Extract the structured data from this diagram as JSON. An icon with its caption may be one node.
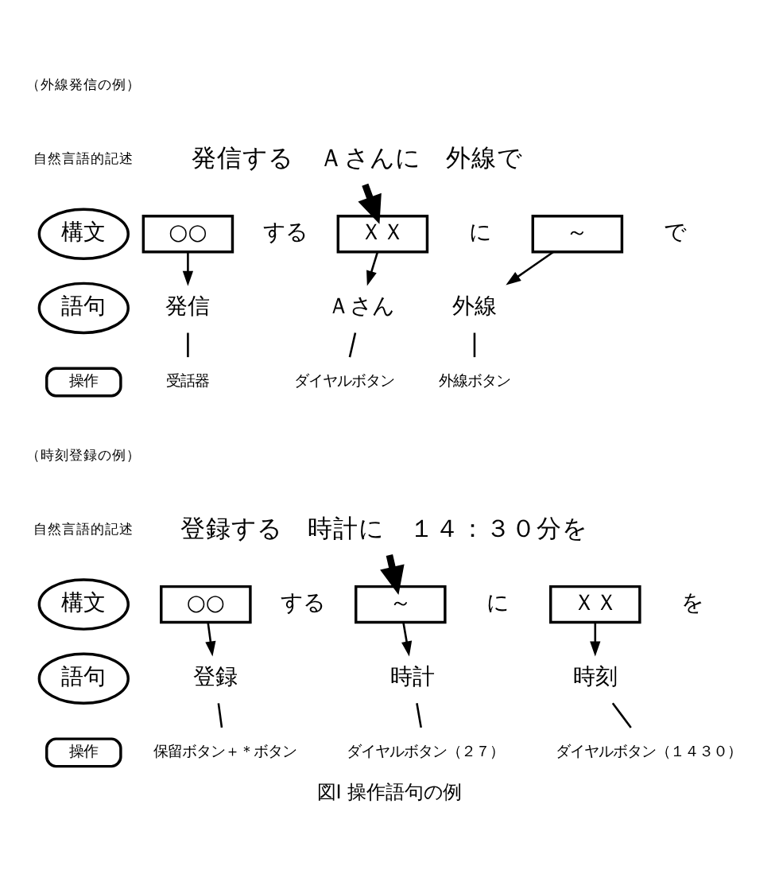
{
  "diagram": {
    "caption": "図Ⅰ 操作語句の例",
    "nodes": [
      {
        "text": [
          "発信する　Ａさんに　外線で"
        ]
      },
      {
        "text": [
          "構文"
        ]
      },
      {
        "text": [
          "○○"
        ]
      },
      {
        "text": [
          "ＸＸ"
        ]
      },
      {
        "text": [
          "～"
        ]
      },
      {
        "text": [
          "語句"
        ]
      },
      {
        "text": [
          "発信"
        ]
      },
      {
        "text": [
          "Ａさん"
        ]
      },
      {
        "text": [
          "外線"
        ]
      },
      {
        "text": [
          "操作"
        ]
      },
      {
        "text": [
          "受話器"
        ]
      },
      {
        "text": [
          "ダイヤルボタン"
        ]
      },
      {
        "text": [
          "外線ボタン"
        ]
      },
      {
        "text": [
          "登録する　時計に　１４：３０分を"
        ]
      },
      {
        "text": [
          "構文"
        ]
      },
      {
        "text": [
          "○○"
        ]
      },
      {
        "text": [
          "～"
        ]
      },
      {
        "text": [
          "ＸＸ"
        ]
      },
      {
        "text": [
          "語句"
        ]
      },
      {
        "text": [
          "登録"
        ]
      },
      {
        "text": [
          "時計"
        ]
      },
      {
        "text": [
          "時刻"
        ]
      },
      {
        "text": [
          "操作"
        ]
      },
      {
        "text": [
          "保留ボタン＋＊ボタン"
        ]
      },
      {
        "text": [
          "ダイヤルボタン（２７）"
        ]
      },
      {
        "text": [
          "ダイヤルボタン（１４３０）"
        ]
      }
    ],
    "edges": [
      {
        "from": 0,
        "to": 3,
        "arrow": "to",
        "style": "thick"
      },
      {
        "from": 2,
        "to": 6,
        "arrow": "to"
      },
      {
        "from": 3,
        "to": 7,
        "arrow": "to"
      },
      {
        "from": 4,
        "to": 8,
        "arrow": "to"
      },
      {
        "from": 6,
        "to": 10,
        "arrow": "none"
      },
      {
        "from": 7,
        "to": 11,
        "arrow": "none"
      },
      {
        "from": 8,
        "to": 12,
        "arrow": "none"
      },
      {
        "from": 13,
        "to": 16,
        "arrow": "to",
        "style": "thick"
      },
      {
        "from": 15,
        "to": 19,
        "arrow": "to"
      },
      {
        "from": 16,
        "to": 20,
        "arrow": "to"
      },
      {
        "from": 17,
        "to": 21,
        "arrow": "to"
      },
      {
        "from": 19,
        "to": 23,
        "arrow": "none"
      },
      {
        "from": 20,
        "to": 24,
        "arrow": "none"
      },
      {
        "from": 21,
        "to": 25,
        "arrow": "none"
      }
    ],
    "labels": [
      "（外線発信の例）",
      "自然言語的記述",
      "する",
      "に",
      "で",
      "（時刻登録の例）",
      "自然言語的記述",
      "する",
      "に",
      "を"
    ]
  }
}
